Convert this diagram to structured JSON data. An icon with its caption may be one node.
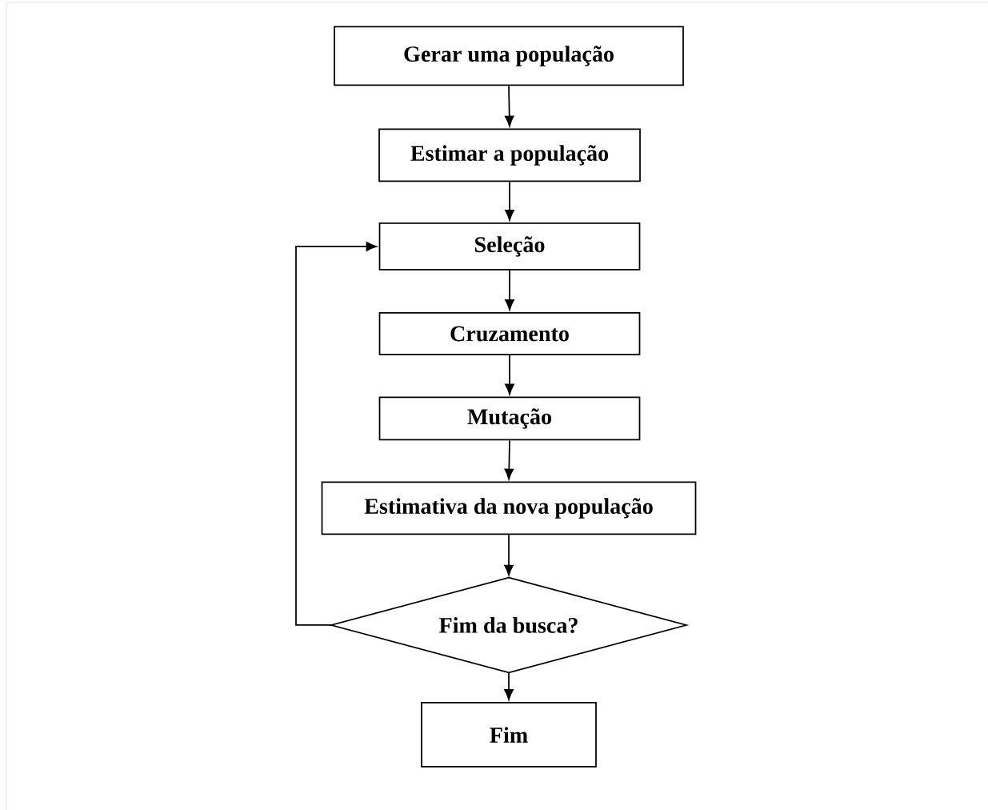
{
  "diagram": {
    "nodes": [
      {
        "text": [
          "Gerar uma população"
        ]
      },
      {
        "text": [
          "Estimar a população"
        ]
      },
      {
        "text": [
          "Seleção"
        ]
      },
      {
        "text": [
          "Cruzamento"
        ]
      },
      {
        "text": [
          "Mutação"
        ]
      },
      {
        "text": [
          "Estimativa da nova população"
        ]
      },
      {
        "text": [
          "Fim da busca?"
        ]
      },
      {
        "text": [
          "Fim"
        ]
      }
    ],
    "edges": [
      {
        "from": 0,
        "to": 1,
        "arrow": "to"
      },
      {
        "from": 1,
        "to": 2,
        "arrow": "to"
      },
      {
        "from": 2,
        "to": 3,
        "arrow": "to"
      },
      {
        "from": 3,
        "to": 4,
        "arrow": "to"
      },
      {
        "from": 4,
        "to": 5,
        "arrow": "to"
      },
      {
        "from": 5,
        "to": 6,
        "arrow": "to"
      },
      {
        "from": 6,
        "to": 2,
        "arrow": "to"
      },
      {
        "from": 6,
        "to": 7,
        "arrow": "to"
      }
    ]
  }
}
